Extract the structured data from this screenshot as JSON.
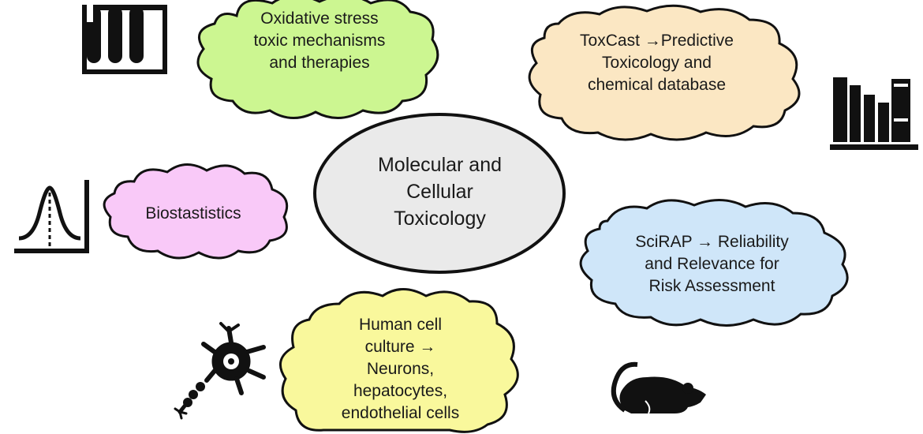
{
  "center": {
    "label": "Molecular and\nCellular\nToxicology",
    "fill": "#eaeaea"
  },
  "clouds": [
    {
      "id": "oxidative",
      "label": "Oxidative stress\ntoxic mechanisms\nand therapies",
      "fill": "#ccf691"
    },
    {
      "id": "toxcast",
      "label": "ToxCast →Predictive\nToxicology and\nchemical database",
      "fill": "#fbe7c3"
    },
    {
      "id": "biostats",
      "label": "Biostastistics",
      "fill": "#f9c9f8"
    },
    {
      "id": "scirap",
      "label": "SciRAP → Reliability\nand Relevance for\nRisk Assessment",
      "fill": "#cfe6f9"
    },
    {
      "id": "humancell",
      "label": "Human cell\nculture →\nNeurons,\nhepatocytes,\nendothelial cells",
      "fill": "#f9f89c"
    }
  ],
  "icons": [
    "test-tubes-icon",
    "books-icon",
    "bell-curve-icon",
    "neuron-icon",
    "mouse-icon"
  ]
}
